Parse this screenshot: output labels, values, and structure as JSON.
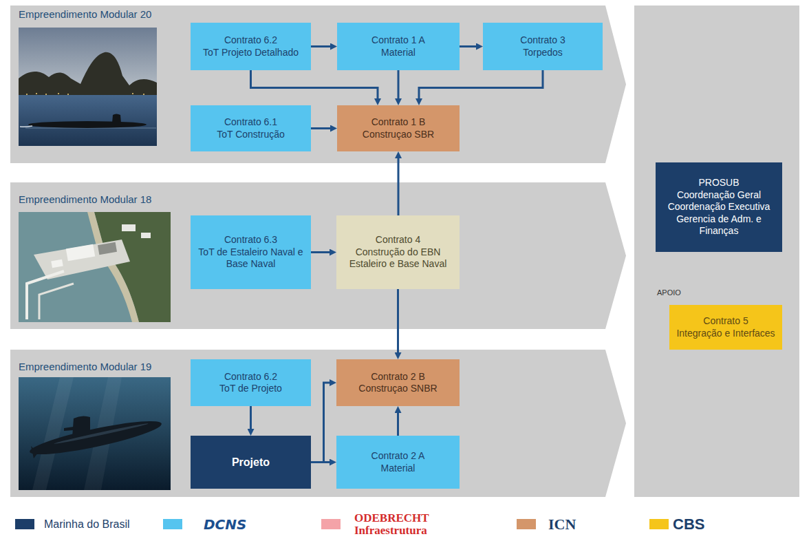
{
  "diagram": {
    "nodes": [
      {
        "text": [
          "Empreendimento Modular 20"
        ]
      },
      {
        "text": [
          "Contrato 6.2",
          "ToT Projeto Detalhado"
        ],
        "in": 0
      },
      {
        "text": [
          "Contrato 1 A",
          "Material"
        ],
        "in": 0
      },
      {
        "text": [
          "Contrato 3",
          "Torpedos"
        ],
        "in": 0
      },
      {
        "text": [
          "Contrato 6.1",
          "ToT Construção"
        ],
        "in": 0
      },
      {
        "text": [
          "Contrato 1 B",
          "Construçao SBR"
        ],
        "in": 0
      },
      {
        "text": [
          "Empreendimento Modular 18"
        ]
      },
      {
        "text": [
          "Contrato 6.3",
          "ToT de Estaleiro Naval e Base Naval"
        ],
        "in": 6
      },
      {
        "text": [
          "Contrato 4",
          "Construção do EBN Estaleiro e Base Naval"
        ],
        "in": 6
      },
      {
        "text": [
          "Empreendimento Modular 19"
        ]
      },
      {
        "text": [
          "Contrato 6.2",
          "ToT de Projeto"
        ],
        "in": 9
      },
      {
        "text": [
          "Contrato 2 B",
          "Construçao SNBR"
        ],
        "in": 9
      },
      {
        "text": [
          "Projeto"
        ],
        "in": 9
      },
      {
        "text": [
          "Contrato 2 A",
          "Material"
        ],
        "in": 9
      },
      {
        "text": [
          "PROSUB",
          "Coordenação Geral",
          "Coordenação Executiva",
          "Gerencia de Adm. e Finanças"
        ]
      },
      {
        "text": [
          "Contrato 5",
          "Integração e Interfaces"
        ]
      }
    ],
    "edges": [
      {
        "from": 1,
        "to": 2,
        "arrow": "to"
      },
      {
        "from": 2,
        "to": 3,
        "arrow": "to"
      },
      {
        "from": 1,
        "to": 5,
        "arrow": "to"
      },
      {
        "from": 2,
        "to": 5,
        "arrow": "to"
      },
      {
        "from": 3,
        "to": 5,
        "arrow": "to"
      },
      {
        "from": 4,
        "to": 5,
        "arrow": "to"
      },
      {
        "from": 7,
        "to": 8,
        "arrow": "to"
      },
      {
        "from": 8,
        "to": 5,
        "arrow": "to"
      },
      {
        "from": 8,
        "to": 11,
        "arrow": "to"
      },
      {
        "from": 10,
        "to": 12,
        "arrow": "to"
      },
      {
        "from": 12,
        "to": 11,
        "arrow": "to"
      },
      {
        "from": 12,
        "to": 13,
        "arrow": "to"
      },
      {
        "from": 13,
        "to": 11,
        "arrow": "to"
      }
    ],
    "labels": [
      "APOIO"
    ],
    "legend": [
      {
        "text": "Marinha do Brasil",
        "color": "#1c3e69"
      },
      {
        "text": "DCNS",
        "color": "#56c4ef"
      },
      {
        "text": "ODEBRECHT Infraestrutura",
        "color": "#f4a3a8"
      },
      {
        "text": "ICN",
        "color": "#d4966a"
      },
      {
        "text": "CBS",
        "color": "#f5c51a"
      }
    ]
  }
}
